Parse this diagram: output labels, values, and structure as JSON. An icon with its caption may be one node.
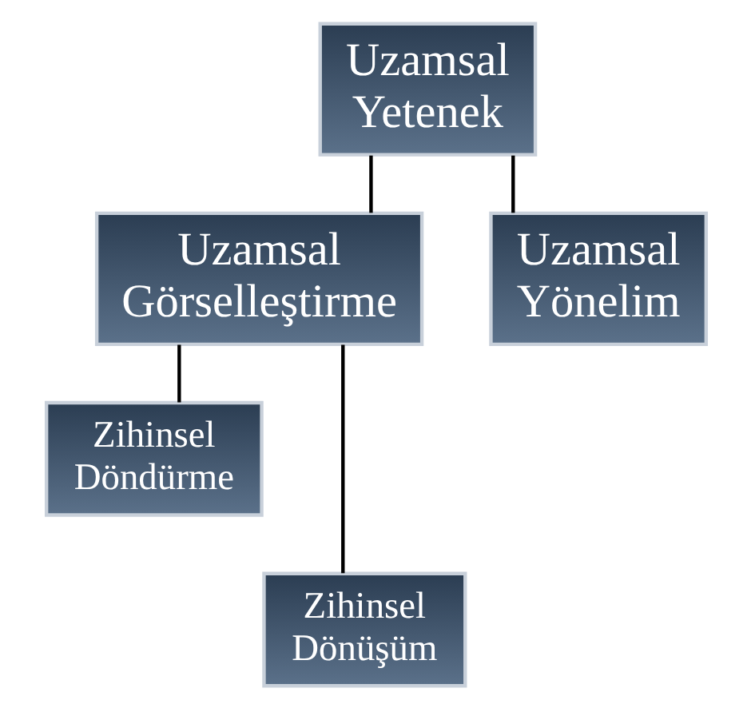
{
  "diagram": {
    "nodes": [
      {
        "text": [
          "Uzamsal Yetenek"
        ]
      },
      {
        "text": [
          "Uzamsal Görselleştirme"
        ]
      },
      {
        "text": [
          "Uzamsal Yönelim"
        ]
      },
      {
        "text": [
          "Zihinsel Döndürme"
        ]
      },
      {
        "text": [
          "Zihinsel Dönüşüm"
        ]
      }
    ],
    "edges": [
      {
        "from": 0,
        "to": 1,
        "arrow": "none"
      },
      {
        "from": 0,
        "to": 2,
        "arrow": "none"
      },
      {
        "from": 1,
        "to": 3,
        "arrow": "none"
      },
      {
        "from": 1,
        "to": 4,
        "arrow": "none"
      }
    ]
  }
}
